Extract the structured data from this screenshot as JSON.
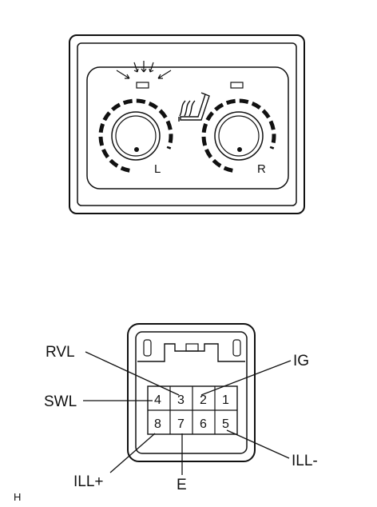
{
  "switch_panel": {
    "left_dial_label": "L",
    "right_dial_label": "R",
    "icons": {
      "indicator": "lamp-rays-icon",
      "seat": "seat-heater-icon"
    }
  },
  "connector": {
    "pins": {
      "p1": "1",
      "p2": "2",
      "p3": "3",
      "p4": "4",
      "p5": "5",
      "p6": "6",
      "p7": "7",
      "p8": "8"
    },
    "labels": {
      "rvl": "RVL",
      "ig": "IG",
      "swl": "SWL",
      "ill_minus": "ILL-",
      "ill_plus": "ILL+",
      "e": "E"
    }
  },
  "figure_code": "H"
}
